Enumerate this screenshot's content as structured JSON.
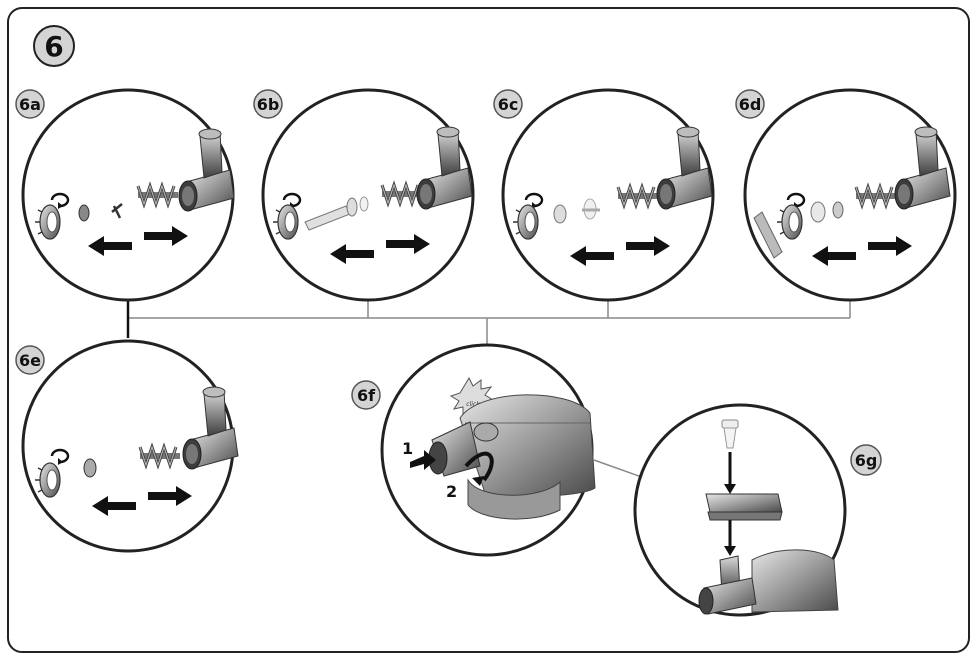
{
  "step": {
    "label": "6"
  },
  "panels": [
    {
      "label": "6a"
    },
    {
      "label": "6b"
    },
    {
      "label": "6c"
    },
    {
      "label": "6d"
    },
    {
      "label": "6e"
    },
    {
      "label": "6f",
      "callouts": [
        "1",
        "2"
      ],
      "burst_text": "click"
    },
    {
      "label": "6g"
    }
  ],
  "colors": {
    "frame": "#222222",
    "badge_fill": "#d4d4d4",
    "line": "#888888",
    "metal": "#9a9a9a",
    "metal_dark": "#555555",
    "arrow": "#111111"
  }
}
